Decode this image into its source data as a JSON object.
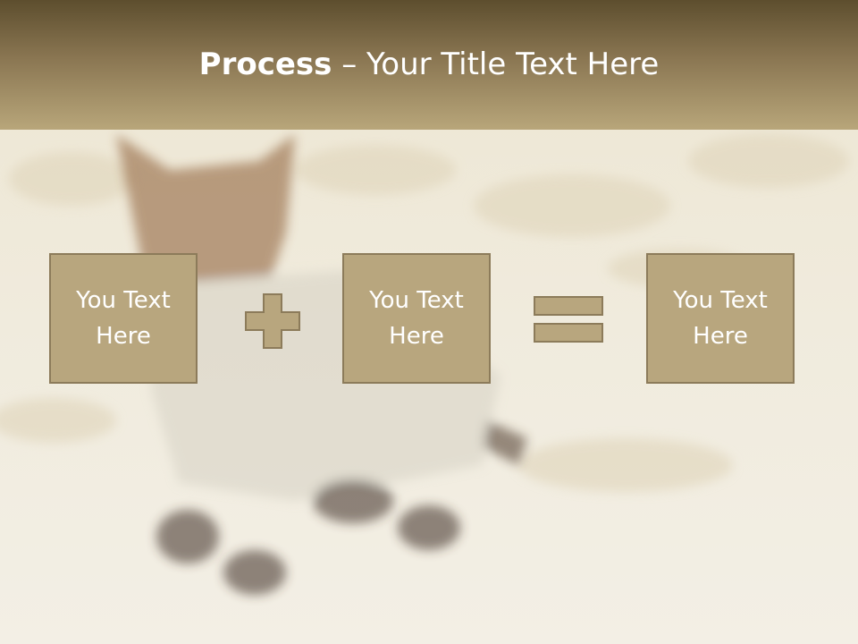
{
  "slide": {
    "title_bold": "Process",
    "title_sep": " – ",
    "title_rest": "Your Title Text Here",
    "boxes": [
      {
        "label": "You Text Here"
      },
      {
        "label": "You Text Here"
      },
      {
        "label": "You Text Here"
      }
    ],
    "operators": [
      "plus-icon",
      "equals-icon"
    ],
    "colors": {
      "header_top": "#5d4e2e",
      "header_bottom": "#b8a67a",
      "box_fill": "#b8a67e",
      "box_border": "#8c7b5a",
      "text": "#ffffff"
    }
  }
}
